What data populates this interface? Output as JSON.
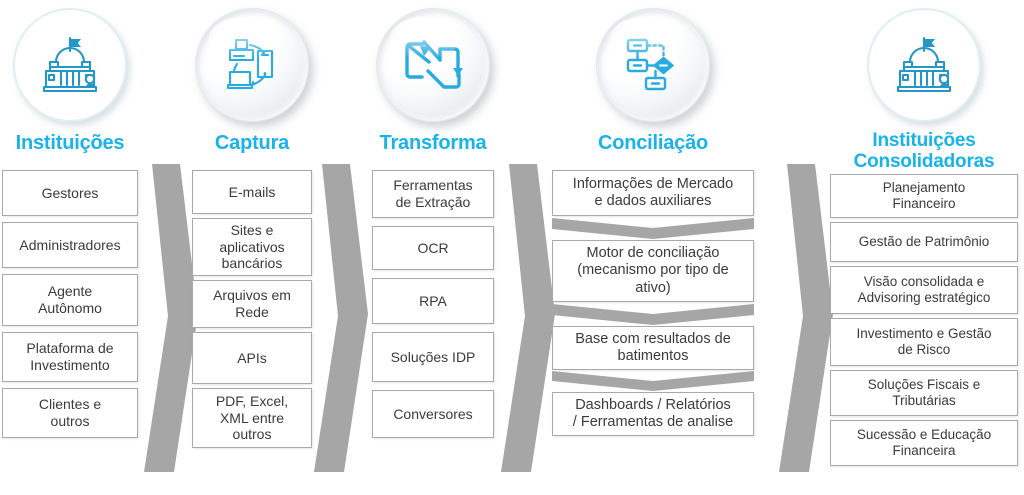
{
  "diagram": {
    "title_color": "#18b3ea",
    "box_border_color": "#a9a9a9",
    "box_text_color": "#3b3b3b",
    "connector_color": "#a6a6a6",
    "icon_color": "#29abe2"
  },
  "columns": [
    {
      "id": "instituicoes",
      "heading": "Instituições",
      "icon": "government-building-icon",
      "icon_style": "flat",
      "items": [
        "Gestores",
        "Administradores",
        "Agente\nAutônomo",
        "Plataforma de\nInvestimento",
        "Clientes e\noutros"
      ]
    },
    {
      "id": "captura",
      "heading": "Captura",
      "icon": "multi-device-capture-icon",
      "icon_style": "gloss",
      "items": [
        "E-mails",
        "Sites e\naplicativos\nbancários",
        "Arquivos em\nRede",
        "APIs",
        "PDF, Excel,\nXML entre\noutros"
      ]
    },
    {
      "id": "transforma",
      "heading": "Transforma",
      "icon": "shuffle-arrows-icon",
      "icon_style": "gloss",
      "items": [
        "Ferramentas\nde Extração",
        "OCR",
        "RPA",
        "Soluções IDP",
        "Conversores"
      ]
    },
    {
      "id": "conciliacao",
      "heading": "Conciliação",
      "icon": "flowchart-nodes-icon",
      "icon_style": "gloss",
      "items": [
        "Informações de Mercado\ne dados auxiliares",
        "Motor de conciliação\n(mecanismo por tipo de\nativo)",
        "Base com resultados de\nbatimentos",
        "Dashboards / Relatórios\n/ Ferramentas de analise"
      ]
    },
    {
      "id": "instituicoes-consolidadoras",
      "heading": "Instituições\nConsolidadoras",
      "icon": "government-building-icon",
      "icon_style": "flat",
      "items": [
        "Planejamento\nFinanceiro",
        "Gestão de Patrimônio",
        "Visão consolidada e\nAdvisoring estratégico",
        "Investimento e Gestão\nde Risco",
        "Soluções Fiscais e\nTributárias",
        "Sucessão e Educação\nFinanceira"
      ]
    }
  ],
  "connectors": {
    "between_columns": [
      "arrow-instituicoes-to-captura",
      "arrow-captura-to-transforma",
      "arrow-transforma-to-conciliacao",
      "arrow-conciliacao-to-consolidadoras"
    ],
    "inside_conciliacao": [
      "down-arrow-1",
      "down-arrow-2",
      "down-arrow-3"
    ]
  }
}
